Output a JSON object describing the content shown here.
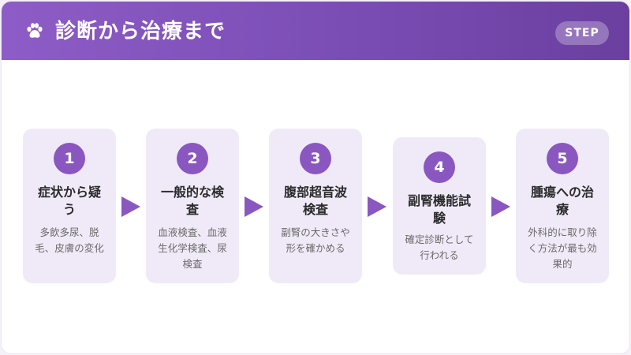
{
  "header": {
    "title": "診断から治療まで",
    "badge": "STEP",
    "icon": "paw-icon",
    "color_start": "#8e5cc6",
    "color_end": "#6b3f9f"
  },
  "steps": [
    {
      "number": "1",
      "title": "症状から疑う",
      "desc": "多飲多尿、脱毛、皮膚の変化"
    },
    {
      "number": "2",
      "title": "一般的な検査",
      "desc": "血液検査、血液生化学検査、尿検査"
    },
    {
      "number": "3",
      "title": "腹部超音波検査",
      "desc": "副腎の大きさや形を確かめる"
    },
    {
      "number": "4",
      "title": "副腎機能試験",
      "desc": "確定診断として行われる"
    },
    {
      "number": "5",
      "title": "腫瘍への治療",
      "desc": "外科的に取り除く方法が最も効果的"
    }
  ],
  "accent": "#8a57c0",
  "step_background": "#f0eaf8"
}
